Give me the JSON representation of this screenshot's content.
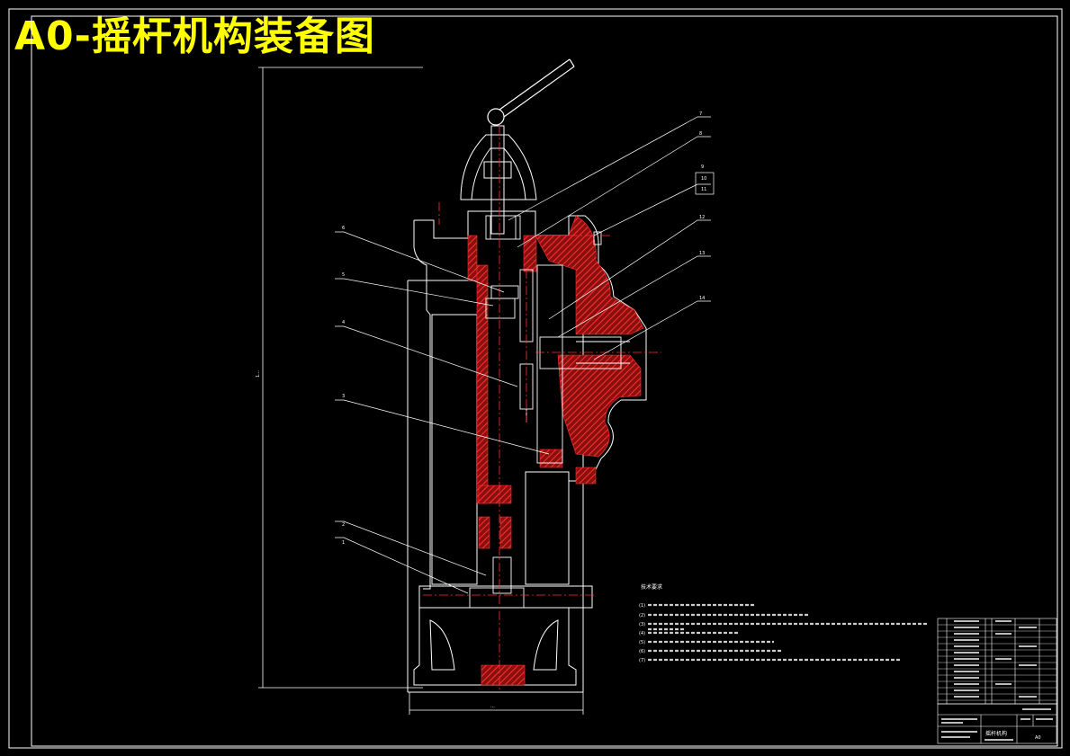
{
  "title": "A0-摇杆机构装备图",
  "balloons": [
    "1",
    "2",
    "3",
    "4",
    "5",
    "6",
    "7",
    "8",
    "9",
    "10",
    "11",
    "12",
    "13",
    "14"
  ],
  "dimensions": {
    "overall_height": "1...",
    "overall_width": "..."
  },
  "tech_notes_heading": "技术要求",
  "tech_notes": [
    "(1)",
    "(2)",
    "(3)",
    "(4)",
    "(5)",
    "(6)",
    "(7)"
  ],
  "title_block": {
    "name": "摇杆机构",
    "sheet": "A0"
  },
  "colors": {
    "background": "#000000",
    "outline": "#ffffff",
    "hatch": "#ff2020",
    "title": "#ffff00",
    "center_line": "#ff3030"
  }
}
